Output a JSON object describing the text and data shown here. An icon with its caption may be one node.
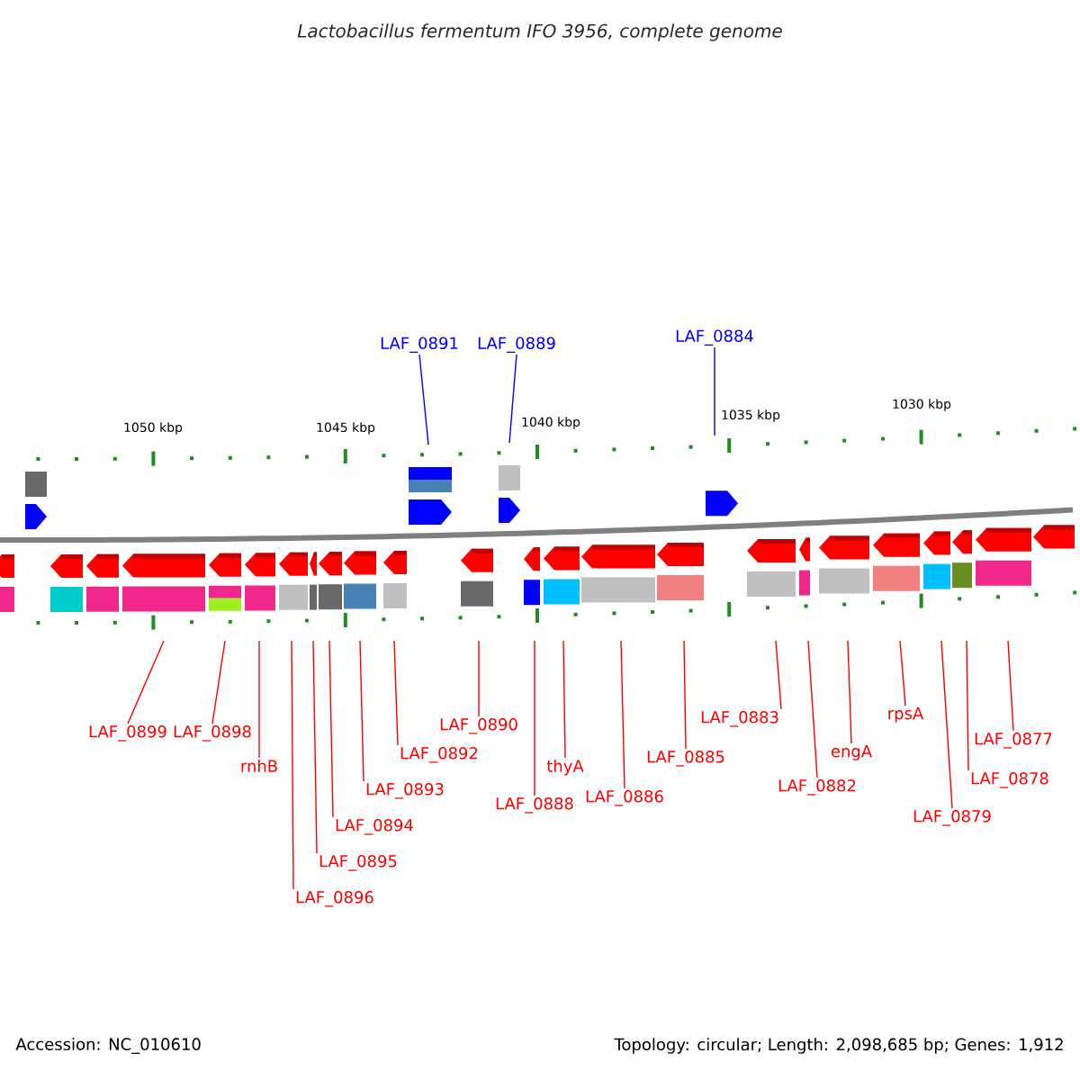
{
  "diagram": {
    "title": "Lactobacillus fermentum IFO 3956, complete genome",
    "nodes": [
      {
        "text": [
          "LAF_0891"
        ]
      },
      {
        "text": [
          "LAF_0889"
        ]
      },
      {
        "text": [
          "LAF_0884"
        ]
      },
      {
        "text": [
          "LAF_0899"
        ]
      },
      {
        "text": [
          "LAF_0898"
        ]
      },
      {
        "text": [
          "rnhB"
        ]
      },
      {
        "text": [
          "LAF_0896"
        ]
      },
      {
        "text": [
          "LAF_0895"
        ]
      },
      {
        "text": [
          "LAF_0894"
        ]
      },
      {
        "text": [
          "LAF_0893"
        ]
      },
      {
        "text": [
          "LAF_0892"
        ]
      },
      {
        "text": [
          "LAF_0890"
        ]
      },
      {
        "text": [
          "LAF_0888"
        ]
      },
      {
        "text": [
          "thyA"
        ]
      },
      {
        "text": [
          "LAF_0886"
        ]
      },
      {
        "text": [
          "LAF_0885"
        ]
      },
      {
        "text": [
          "LAF_0883"
        ]
      },
      {
        "text": [
          "LAF_0882"
        ]
      },
      {
        "text": [
          "engA"
        ]
      },
      {
        "text": [
          "rpsA"
        ]
      },
      {
        "text": [
          "LAF_0879"
        ]
      },
      {
        "text": [
          "LAF_0878"
        ]
      },
      {
        "text": [
          "LAF_0877"
        ]
      }
    ],
    "edges": [
      {
        "from": 0,
        "to": null,
        "arrow": "none",
        "color": "#0000ff"
      },
      {
        "from": 1,
        "to": null,
        "arrow": "none",
        "color": "#0000ff"
      },
      {
        "from": 2,
        "to": null,
        "arrow": "none",
        "color": "#0000ff"
      },
      {
        "from": 3,
        "to": null,
        "arrow": "none"
      },
      {
        "from": 4,
        "to": null,
        "arrow": "none"
      },
      {
        "from": 5,
        "to": null,
        "arrow": "none"
      },
      {
        "from": 6,
        "to": null,
        "arrow": "none"
      },
      {
        "from": 7,
        "to": null,
        "arrow": "none"
      },
      {
        "from": 8,
        "to": null,
        "arrow": "none"
      },
      {
        "from": 9,
        "to": null,
        "arrow": "none"
      },
      {
        "from": 10,
        "to": null,
        "arrow": "none"
      },
      {
        "from": 11,
        "to": null,
        "arrow": "none"
      },
      {
        "from": 12,
        "to": null,
        "arrow": "none"
      },
      {
        "from": 13,
        "to": null,
        "arrow": "none"
      },
      {
        "from": 14,
        "to": null,
        "arrow": "none"
      },
      {
        "from": 15,
        "to": null,
        "arrow": "none"
      },
      {
        "from": 16,
        "to": null,
        "arrow": "none"
      },
      {
        "from": 17,
        "to": null,
        "arrow": "none"
      },
      {
        "from": 18,
        "to": null,
        "arrow": "none"
      },
      {
        "from": 19,
        "to": null,
        "arrow": "none"
      },
      {
        "from": 20,
        "to": null,
        "arrow": "none"
      },
      {
        "from": 21,
        "to": null,
        "arrow": "none"
      },
      {
        "from": 22,
        "to": null,
        "arrow": "none"
      }
    ],
    "labels": [
      "1050 kbp",
      "1045 kbp",
      "1040 kbp",
      "1035 kbp",
      "1030 kbp",
      "Accession: NC_010610",
      "Topology: circular; Length: 2,098,685 bp; Genes: 1,912"
    ]
  }
}
